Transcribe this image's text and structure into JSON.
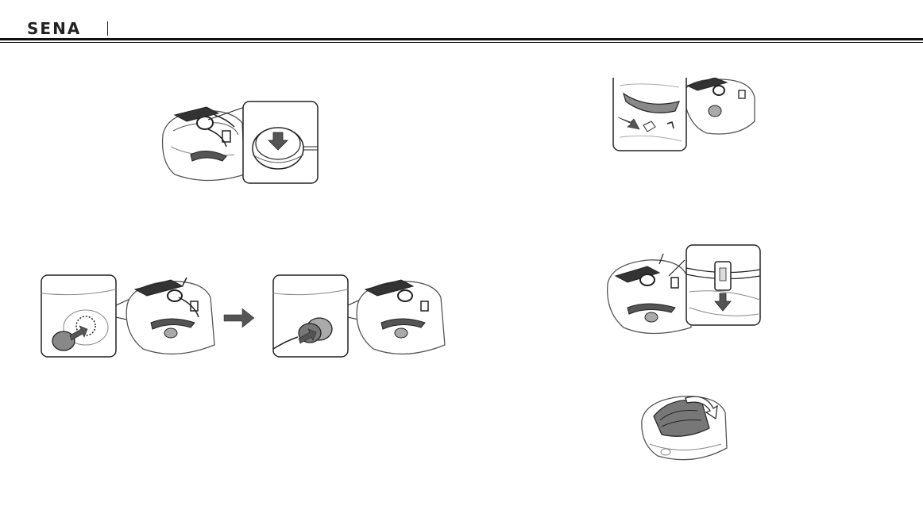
{
  "header": {
    "brand": "SENA"
  },
  "figures": [
    {
      "name": "speaker-attach-illustration"
    },
    {
      "name": "speaker-padding-illustration"
    },
    {
      "name": "speaker-seat-illustration"
    },
    {
      "name": "cable-routing-illustration"
    },
    {
      "name": "clamp-unit-illustration"
    },
    {
      "name": "liner-reinstall-illustration"
    }
  ],
  "colors": {
    "ink": "#222222",
    "line": "#555555",
    "fill_gray": "#888888",
    "fill_light": "#e6e6e6"
  }
}
